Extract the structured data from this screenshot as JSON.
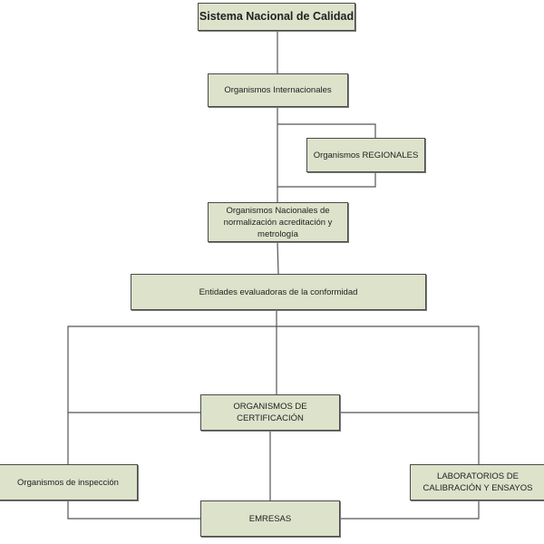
{
  "diagram": {
    "title": "Sistema Nacional de Calidad",
    "nodes": {
      "internacionales": "Organismos Internacionales",
      "regionales": "Organismos REGIONALES",
      "nacionales": "Organismos Nacionales de normalización acreditación y metrología",
      "entidades": "Entidades evaluadoras de la conformidad",
      "certificacion": "ORGANISMOS DE CERTIFICACIÓN",
      "inspeccion": "Organismos de inspección",
      "laboratorios": "LABORATORIOS DE CALIBRACIÓN Y ENSAYOS",
      "empresas": "EMRESAS"
    },
    "colors": {
      "box_fill": "#dde2cb",
      "box_border": "#4a4a4a",
      "connector": "#555555"
    }
  }
}
